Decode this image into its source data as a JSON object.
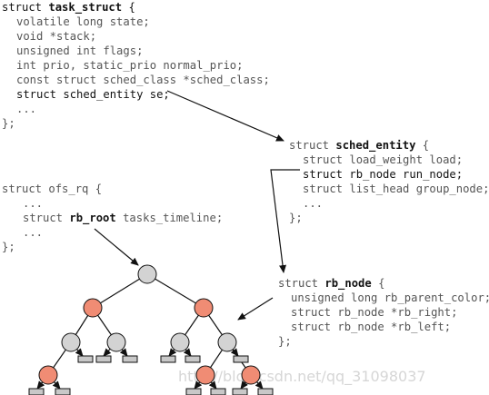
{
  "colors": {
    "red_node": "#f08c74",
    "gray_node": "#d3d3d3",
    "leaf_box": "#c8c8c8",
    "stroke": "#111111"
  },
  "task_struct": {
    "kw": "struct",
    "name": "task_struct",
    "open": "{",
    "fields": [
      "volatile long state;",
      "void *stack;",
      "unsigned int flags;",
      "int prio, static_prio normal_prio;",
      "const struct sched_class *sched_class;"
    ],
    "se_line": "struct sched_entity se;",
    "ellipsis": "...",
    "close": "};"
  },
  "sched_entity": {
    "kw": "struct",
    "name": "sched_entity",
    "open": "{",
    "field1": "struct load_weight load;",
    "run_node_line": "struct rb_node run_node;",
    "field3": "struct list_head group_node;",
    "ellipsis": "...",
    "close": "};"
  },
  "ofs_rq": {
    "header": "struct ofs_rq {",
    "ellipsis1": "...",
    "kw": "struct",
    "type": "rb_root",
    "field": "tasks_timeline;",
    "ellipsis2": "...",
    "close": "};"
  },
  "rb_node": {
    "kw": "struct",
    "name": "rb_node",
    "open": "{",
    "fields": [
      "unsigned long rb_parent_color;",
      "struct rb_node *rb_right;",
      "struct rb_node *rb_left;"
    ],
    "close": "};"
  },
  "watermark": "http://blog.csdn.net/qq_31098037"
}
